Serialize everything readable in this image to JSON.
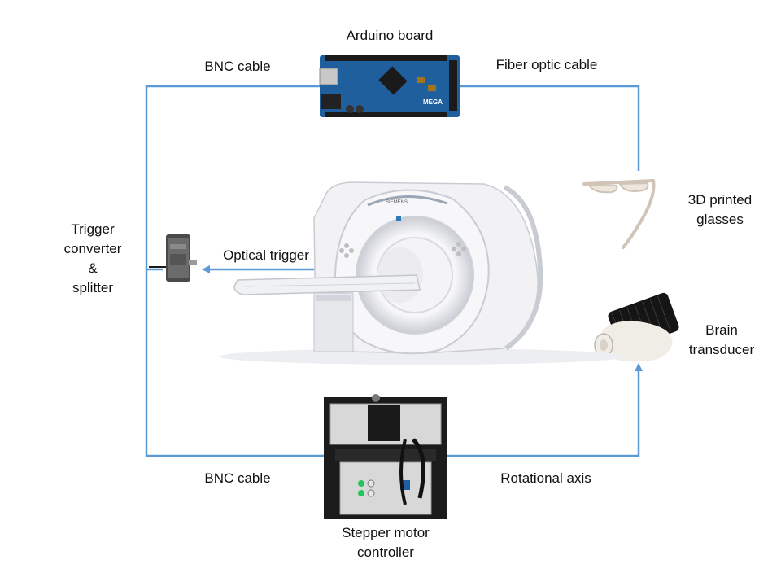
{
  "colors": {
    "connector": "#5b9bd5",
    "arduino_pcb": "#1f5f9e",
    "mri_body": "#f2f2f4",
    "mri_shadow": "#c9ccd2",
    "rack_frame": "#1b1b1b",
    "panel_grey": "#d8d8d8",
    "transducer_white": "#f0ece6",
    "transducer_brush": "#151515"
  },
  "nodes": {
    "arduino": {
      "label": "Arduino board",
      "board_text": "MEGA",
      "icon": "arduino-board-icon"
    },
    "glasses": {
      "label_lines": [
        "3D printed",
        "glasses"
      ],
      "icon": "glasses-icon"
    },
    "transducer": {
      "label_lines": [
        "Brain",
        "transducer"
      ],
      "icon": "brain-transducer-icon"
    },
    "stepper": {
      "label_lines": [
        "Stepper motor",
        "controller"
      ],
      "icon": "stepper-controller-icon"
    },
    "trigger": {
      "label_lines": [
        "Trigger",
        "converter",
        "&",
        "splitter"
      ],
      "icon": "trigger-box-icon"
    },
    "mri": {
      "brand": "SIEMENS",
      "icon": "mri-scanner-icon"
    }
  },
  "edges": {
    "bnc_top": "BNC cable",
    "fiber": "Fiber optic cable",
    "optical": "Optical trigger",
    "bnc_bottom": "BNC cable",
    "rotational": "Rotational axis"
  }
}
